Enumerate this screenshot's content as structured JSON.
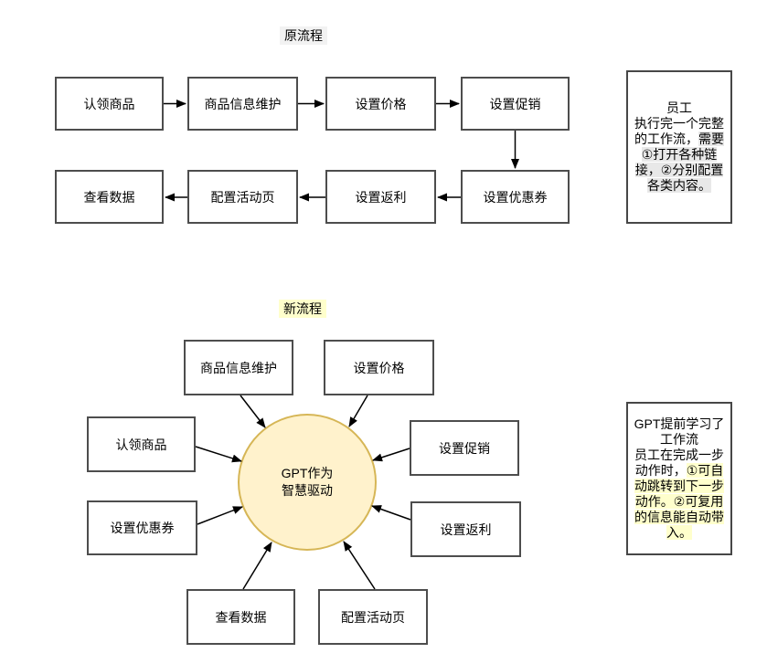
{
  "page": {
    "background": "#ffffff"
  },
  "original_flow": {
    "label": "原流程",
    "label_bg": "#f2f2f2",
    "row1": [
      "认领商品",
      "商品信息维护",
      "设置价格",
      "设置促销"
    ],
    "row2": [
      "查看数据",
      "配置活动页",
      "设置返利",
      "设置优惠券"
    ],
    "note": {
      "title": "员工",
      "body_plain": "执行完一个完整的工作流，",
      "body_highlight": "需要①打开各种链接，②分别配置各类内容。",
      "highlight_color": "#e8e8e8"
    }
  },
  "new_flow": {
    "label": "新流程",
    "label_bg": "#ffffcc",
    "center": {
      "line1": "GPT作为",
      "line2": "智慧驱动",
      "fill": "#fff2cc",
      "stroke": "#d6b656"
    },
    "boxes": [
      "商品信息维护",
      "设置价格",
      "认领商品",
      "设置促销",
      "设置优惠券",
      "设置返利",
      "查看数据",
      "配置活动页"
    ],
    "note": {
      "title": "GPT提前学习了工作流",
      "body_plain": "员工在完成一步动作时，",
      "body_highlight": "①可自动跳转到下一步动作。②可复用的信息能自动带入。",
      "highlight_color": "#ffffcc"
    }
  }
}
